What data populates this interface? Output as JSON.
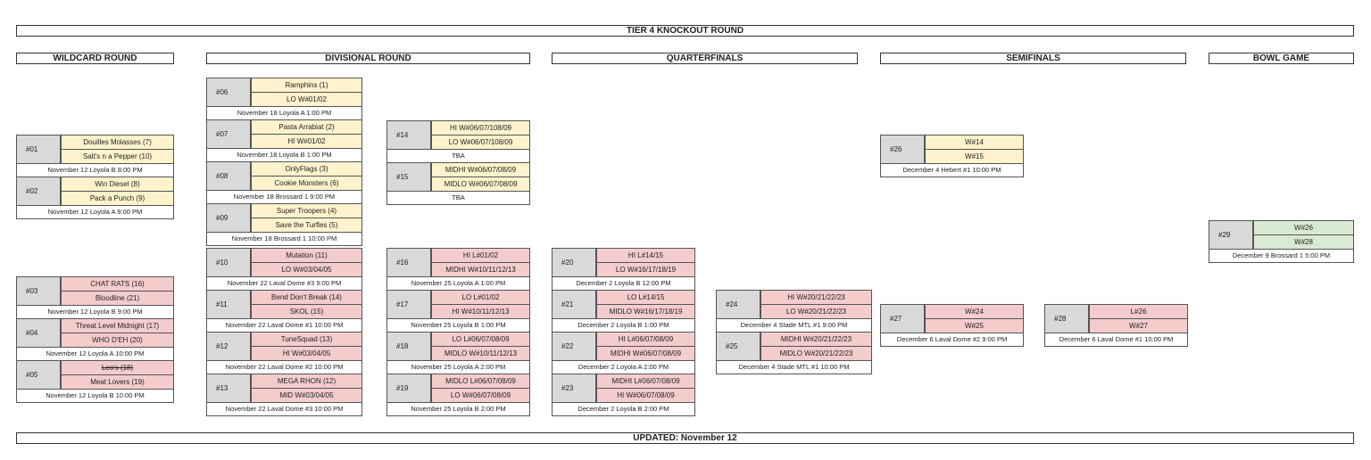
{
  "title": "TIER 4 KNOCKOUT ROUND",
  "updated": "UPDATED: November 12",
  "rounds": {
    "wildcard": "WILDCARD ROUND",
    "divisional": "DIVISIONAL ROUND",
    "quarterfinals": "QUARTERFINALS",
    "semifinals": "SEMIFINALS",
    "bowl": "BOWL GAME"
  },
  "colors": {
    "yellow": "#fff2cc",
    "red": "#f4cccc",
    "green": "#d9ead3",
    "number_cell": "#d9d9d9"
  },
  "matches": {
    "m01": {
      "num": "#01",
      "t1": "Douilles Molasses (7)",
      "t2": "Salt's n a Pepper (10)",
      "info": "November 12 Loyola B 8:00 PM"
    },
    "m02": {
      "num": "#02",
      "t1": "Win Diesel (8)",
      "t2": "Pack a Punch (9)",
      "info": "November 12 Loyola A 9:00 PM"
    },
    "m03": {
      "num": "#03",
      "t1": "CHAT RATS (16)",
      "t2": "Bloodline (21)",
      "info": "November 12 Loyola B 9:00 PM"
    },
    "m04": {
      "num": "#04",
      "t1": "Threat Level Midnight (17)",
      "t2": "WHO D'EH (20)",
      "info": "November 12 Loyola A 10:00 PM"
    },
    "m05": {
      "num": "#05",
      "t1": "Leo's (18)",
      "t2": "Meat Lovers (19)",
      "info": "November 12 Loyola B 10:00 PM"
    },
    "m06": {
      "num": "#06",
      "t1": "Ramphins (1)",
      "t2": "LO W#01/02",
      "info": "November 18 Loyola A 1:00 PM"
    },
    "m07": {
      "num": "#07",
      "t1": "Pasta Arrabiat (2)",
      "t2": "HI W#01/02",
      "info": "November 18 Loyola B 1:00 PM"
    },
    "m08": {
      "num": "#08",
      "t1": "OnlyFlags (3)",
      "t2": "Cookie Monsters (6)",
      "info": "November 18 Brossard 1 9:00 PM"
    },
    "m09": {
      "num": "#09",
      "t1": "Super Troopers (4)",
      "t2": "Save the Turfles (5)",
      "info": "November 18 Brossard 1 10:00 PM"
    },
    "m10": {
      "num": "#10",
      "t1": "Mutation (11)",
      "t2": "LO W#03/04/05",
      "info": "November 22 Laval Dome #3 9:00 PM"
    },
    "m11": {
      "num": "#11",
      "t1": "Bend Don't Break (14)",
      "t2": "SKOL (15)",
      "info": "November 22 Laval Dome #1 10:00 PM"
    },
    "m12": {
      "num": "#12",
      "t1": "TuneSquad (13)",
      "t2": "HI W#03/04/05",
      "info": "November 22 Laval Dome #2 10:00 PM"
    },
    "m13": {
      "num": "#13",
      "t1": "MEGA RHON (12)",
      "t2": "MID W#03/04/05",
      "info": "November 22 Laval Dome #3 10:00 PM"
    },
    "m14": {
      "num": "#14",
      "t1": "HI W#06/07/108/09",
      "t2": "LO W#06/07/108/09",
      "info": "TBA"
    },
    "m15": {
      "num": "#15",
      "t1": "MIDHI W#06/07/08/09",
      "t2": "MIDLO W#06/07/08/09",
      "info": "TBA"
    },
    "m16": {
      "num": "#16",
      "t1": "HI L#01/02",
      "t2": "MIDHI W#10/11/12/13",
      "info": "November 25 Loyola A 1:00 PM"
    },
    "m17": {
      "num": "#17",
      "t1": "LO L#01/02",
      "t2": "HI W#10/11/12/13",
      "info": "November 25 Loyola B 1:00 PM"
    },
    "m18": {
      "num": "#18",
      "t1": "LO L#06/07/08/09",
      "t2": "MIDLO W#10/11/12/13",
      "info": "November 25 Loyola A 2:00 PM"
    },
    "m19": {
      "num": "#19",
      "t1": "MIDLO L#06/07/08/09",
      "t2": "LO W#06/07/08/09",
      "info": "November 25 Loyola B 2:00 PM"
    },
    "m20": {
      "num": "#20",
      "t1": "HI L#14/15",
      "t2": "LO W#16/17/18/19",
      "info": "December 2 Loyola B 12:00 PM"
    },
    "m21": {
      "num": "#21",
      "t1": "LO L#14/15",
      "t2": "MIDLO W#16/17/18/19",
      "info": "December 2 Loyola B 1:00 PM"
    },
    "m22": {
      "num": "#22",
      "t1": "HI L#06/07/08/09",
      "t2": "MIDHI W#06/07/08/09",
      "info": "December 2  Loyola A 2:00 PM"
    },
    "m23": {
      "num": "#23",
      "t1": "MIDHI L#06/07/08/09",
      "t2": "HI W#06/07/08/09",
      "info": "December 2 Loyola B 2:00 PM"
    },
    "m24": {
      "num": "#24",
      "t1": "HI W#20/21/22/23",
      "t2": "LO W#20/21/22/23",
      "info": "December 4 Stade MTL #1 9:00 PM"
    },
    "m25": {
      "num": "#25",
      "t1": "MIDHI W#20/21/22/23",
      "t2": "MIDLO W#20/21/22/23",
      "info": "December 4 Stade MTL #1 10:00 PM"
    },
    "m26": {
      "num": "#26",
      "t1": "W#14",
      "t2": "W#15",
      "info": "December 4  Hebert #1  10:00 PM"
    },
    "m27": {
      "num": "#27",
      "t1": "W#24",
      "t2": "W#25",
      "info": "December 6 Laval Dome #2 9:00 PM"
    },
    "m28": {
      "num": "#28",
      "t1": "L#26",
      "t2": "W#27",
      "info": "December 6 Laval Dome #1 10:00 PM"
    },
    "m29": {
      "num": "#29",
      "t1": "W#26",
      "t2": "W#28",
      "info": "December 9 Brossard 1 5:00 PM"
    }
  }
}
